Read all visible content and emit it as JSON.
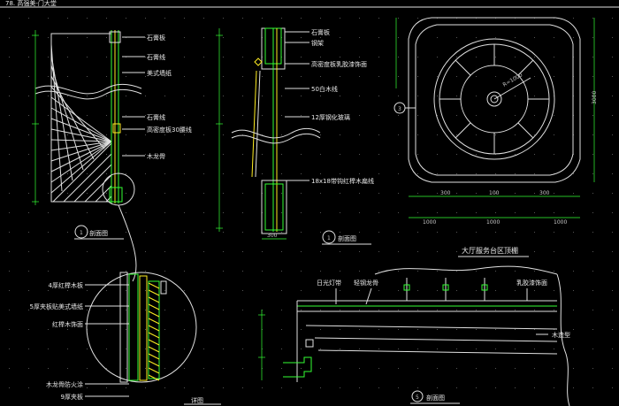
{
  "header": {
    "text": "78.  高强美-门大堂"
  },
  "elevation_left": {
    "labels": [
      "石膏板",
      "石膏线",
      "美式墙纸",
      "石膏线",
      "高密度板30腰线",
      "木龙骨"
    ],
    "caption_no": "1",
    "caption": "剖面图"
  },
  "elevation_mid": {
    "labels": [
      "石膏板",
      "钢架",
      "高密度板乳胶漆饰面",
      "50白木线",
      "12厚钢化玻璃",
      "18x18带钩红榉木扁线"
    ],
    "dim_bottom": "300",
    "caption_no": "1",
    "caption": "剖面图"
  },
  "ceiling_plan": {
    "title": "大厅服务台区顶棚",
    "ref": "3",
    "dims_bottom": [
      "300",
      "100",
      "300"
    ],
    "dims_total": [
      "1000",
      "1000",
      "1000"
    ],
    "dim_right": "3000",
    "diag_label": "R=1000"
  },
  "detail": {
    "labels": [
      "4厚红榉木板",
      "5厚夹板贴美式墙纸",
      "红榉木饰面",
      "木龙骨防火涂",
      "9厚夹板"
    ],
    "caption": "详图"
  },
  "section_bottom": {
    "labels": [
      "日光灯带",
      "轻钢龙骨",
      "乳胶漆饰面",
      "木造型"
    ],
    "caption_no": "5",
    "caption": "剖面图"
  }
}
